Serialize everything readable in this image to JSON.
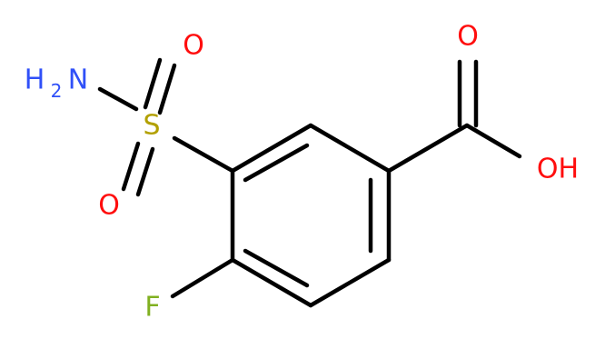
{
  "molecule": {
    "atoms": {
      "amine": {
        "label": "H",
        "subscript": "2",
        "suffix": "N",
        "color": "#3050F8"
      },
      "sulfur": {
        "label": "S",
        "color": "#B2A000"
      },
      "sulfonyl_o_top": {
        "label": "O",
        "color": "#FF0D0D"
      },
      "sulfonyl_o_bottom": {
        "label": "O",
        "color": "#FF0D0D"
      },
      "carbonyl_o": {
        "label": "O",
        "color": "#FF0D0D"
      },
      "hydroxyl": {
        "label": "OH",
        "color": "#FF0D0D"
      },
      "fluorine": {
        "label": "F",
        "color": "#80B020"
      }
    },
    "bond_color": "#000000"
  }
}
